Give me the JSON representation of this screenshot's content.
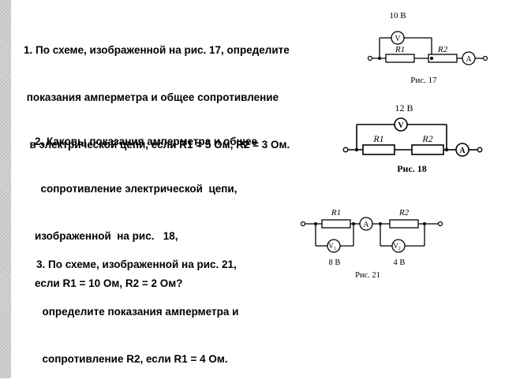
{
  "tasks": [
    {
      "lines": [
        "1. По схеме, изображенной на рис. 17, определите",
        " показания амперметра и общее сопротивление",
        "  в электрической цепи, если R1 = 5 Ом, R2 = 3 Ом."
      ],
      "figure": {
        "caption": "Рис. 17",
        "voltage": "10 В",
        "voltmeter": "V",
        "r1": "R1",
        "r2": "R2",
        "ammeter": "A"
      }
    },
    {
      "lines": [
        "2. Каковы показания амперметра и общее",
        "  сопротивление электрической  цепи,",
        "изображенной  на рис.   18,",
        "если R1 = 10 Ом, R2 = 2 Ом?"
      ],
      "figure": {
        "caption": "Рис. 18",
        "voltage": "12 В",
        "voltmeter": "V",
        "r1": "R1",
        "r2": "R2",
        "ammeter": "A"
      }
    },
    {
      "lines": [
        "3. По схеме, изображенной на рис. 21,",
        "  определите показания амперметра и",
        "  сопротивление R2, если R1 = 4 Ом."
      ],
      "figure": {
        "caption": "Рис. 21",
        "r1": "R1",
        "r2": "R2",
        "ammeter": "A",
        "voltmeter1": "V",
        "voltmeter1_sub": "1",
        "voltmeter2": "V",
        "voltmeter2_sub": "2",
        "v1_reading": "8 В",
        "v2_reading": "4 В"
      }
    }
  ]
}
